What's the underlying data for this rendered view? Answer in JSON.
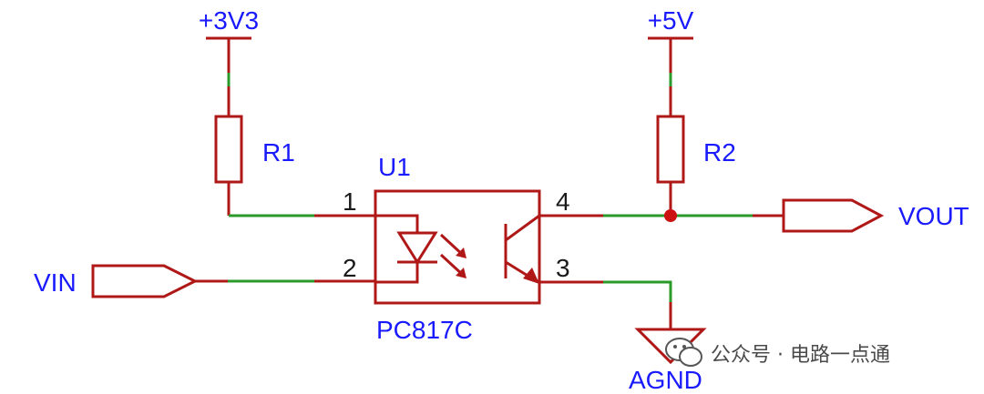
{
  "power": {
    "v33": "+3V3",
    "v5": "+5V"
  },
  "resistors": {
    "r1": "R1",
    "r2": "R2"
  },
  "optocoupler": {
    "ref": "U1",
    "part": "PC817C",
    "pins": [
      "1",
      "2",
      "3",
      "4"
    ]
  },
  "ports": {
    "input": "VIN",
    "output": "VOUT"
  },
  "ground": "AGND",
  "watermark": "公众号 · 电路一点通",
  "colors": {
    "wire": "#2a9a2a",
    "component": "#b01818",
    "label": "#1a1aff",
    "text": "#1a1a1a"
  }
}
